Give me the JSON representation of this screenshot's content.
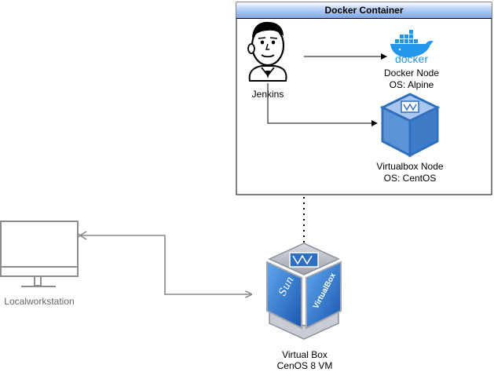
{
  "container": {
    "title": "Docker Container"
  },
  "nodes": {
    "jenkins": {
      "label": "Jenkins",
      "icon": "jenkins-butler-icon"
    },
    "docker_node": {
      "logo_text": "docker",
      "line1": "Docker Node",
      "line2": "OS: Alpine",
      "icon": "docker-whale-icon"
    },
    "virtualbox_node": {
      "line1": "Virtualbox Node",
      "line2": "OS: CentOS",
      "icon": "virtualbox-cube-icon"
    },
    "host_vm": {
      "line1": "Virtual Box",
      "line2": "CenOS 8 VM",
      "icon": "virtualbox-logo-icon"
    },
    "workstation": {
      "label": "Localworkstation",
      "icon": "monitor-icon"
    }
  },
  "colors": {
    "container_header_top": "#ffffff",
    "container_header_bottom": "#7ea6e6",
    "docker_blue": "#2396ed",
    "virtualbox_blue": "#2f6fbf",
    "workstation_gray": "#8c8c8c",
    "connector_gray": "#888888"
  },
  "connectors": [
    {
      "from": "Jenkins",
      "to": "Docker Node",
      "style": "solid-arrow"
    },
    {
      "from": "Jenkins",
      "to": "Virtualbox Node",
      "style": "solid-arrow"
    },
    {
      "from": "Docker Container",
      "to": "Virtual Box",
      "style": "dotted"
    },
    {
      "from": "Virtual Box",
      "to": "Localworkstation",
      "style": "bidirectional-arrow"
    }
  ]
}
